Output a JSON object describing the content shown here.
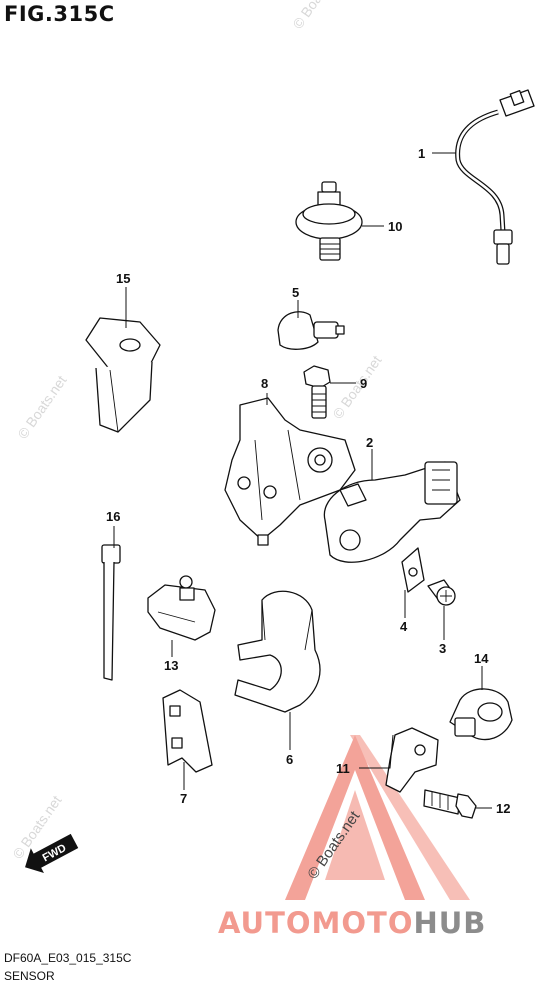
{
  "figure": {
    "title": "FIG.315C",
    "code": "DF60A_E03_015_315C",
    "caption": "SENSOR"
  },
  "callouts": [
    {
      "id": "1",
      "label": "1"
    },
    {
      "id": "2",
      "label": "2"
    },
    {
      "id": "3",
      "label": "3"
    },
    {
      "id": "4",
      "label": "4"
    },
    {
      "id": "5",
      "label": "5"
    },
    {
      "id": "6",
      "label": "6"
    },
    {
      "id": "7",
      "label": "7"
    },
    {
      "id": "8",
      "label": "8"
    },
    {
      "id": "9",
      "label": "9"
    },
    {
      "id": "10",
      "label": "10"
    },
    {
      "id": "11",
      "label": "11"
    },
    {
      "id": "12",
      "label": "12"
    },
    {
      "id": "13",
      "label": "13"
    },
    {
      "id": "14",
      "label": "14"
    },
    {
      "id": "15",
      "label": "15"
    },
    {
      "id": "16",
      "label": "16"
    }
  ],
  "direction_arrow": {
    "label": "FWD"
  },
  "watermarks": {
    "site": "© Boats.net",
    "brand_part1": "AUTOMOTO",
    "brand_part2": "HUB",
    "brand_colors": {
      "accent": "#f29a8f",
      "secondary": "#8c8c8c"
    }
  }
}
